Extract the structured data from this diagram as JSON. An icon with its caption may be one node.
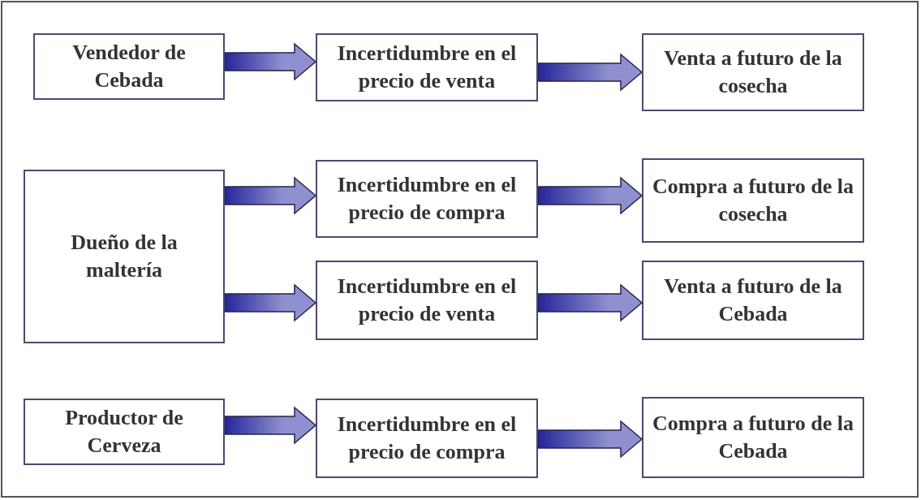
{
  "diagram": {
    "nodes": [
      {
        "text": [
          "Vendedor de Cebada"
        ]
      },
      {
        "text": [
          "Incertidumbre en el precio de venta"
        ]
      },
      {
        "text": [
          "Venta a futuro de la cosecha"
        ]
      },
      {
        "text": [
          "Dueño de la maltería"
        ]
      },
      {
        "text": [
          "Incertidumbre en el precio de compra"
        ]
      },
      {
        "text": [
          "Compra a futuro de la cosecha"
        ]
      },
      {
        "text": [
          "Incertidumbre en el precio de venta"
        ]
      },
      {
        "text": [
          "Venta a futuro de la Cebada"
        ]
      },
      {
        "text": [
          "Productor de Cerveza"
        ]
      },
      {
        "text": [
          "Incertidumbre en el precio de compra"
        ]
      },
      {
        "text": [
          "Compra a futuro de la Cebada"
        ]
      }
    ],
    "edges": [
      {
        "from": 0,
        "to": 1,
        "arrow": "to"
      },
      {
        "from": 1,
        "to": 2,
        "arrow": "to"
      },
      {
        "from": 3,
        "to": 4,
        "arrow": "to"
      },
      {
        "from": 4,
        "to": 5,
        "arrow": "to"
      },
      {
        "from": 3,
        "to": 6,
        "arrow": "to"
      },
      {
        "from": 6,
        "to": 7,
        "arrow": "to"
      },
      {
        "from": 8,
        "to": 9,
        "arrow": "to"
      },
      {
        "from": 9,
        "to": 10,
        "arrow": "to"
      }
    ]
  }
}
